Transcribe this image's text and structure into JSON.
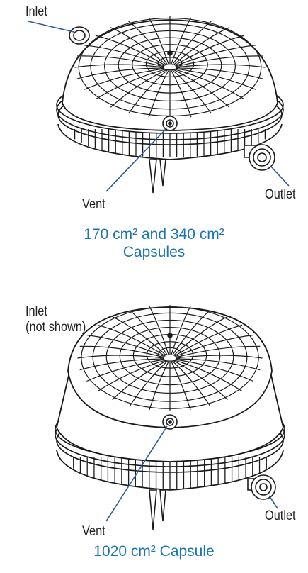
{
  "diagrams": [
    {
      "labels": {
        "inlet": "Inlet",
        "vent": "Vent",
        "outlet": "Outlet"
      },
      "caption_line1": "170 cm² and 340 cm²",
      "caption_line2": "Capsules"
    },
    {
      "labels": {
        "inlet_line1": "Inlet",
        "inlet_line2": "(not shown)",
        "vent": "Vent",
        "outlet": "Outlet"
      },
      "caption": "1020 cm² Capsule"
    }
  ],
  "colors": {
    "caption": "#1a74b8",
    "leader_line": "#2a5aa0",
    "outline": "#1a1a1a"
  }
}
